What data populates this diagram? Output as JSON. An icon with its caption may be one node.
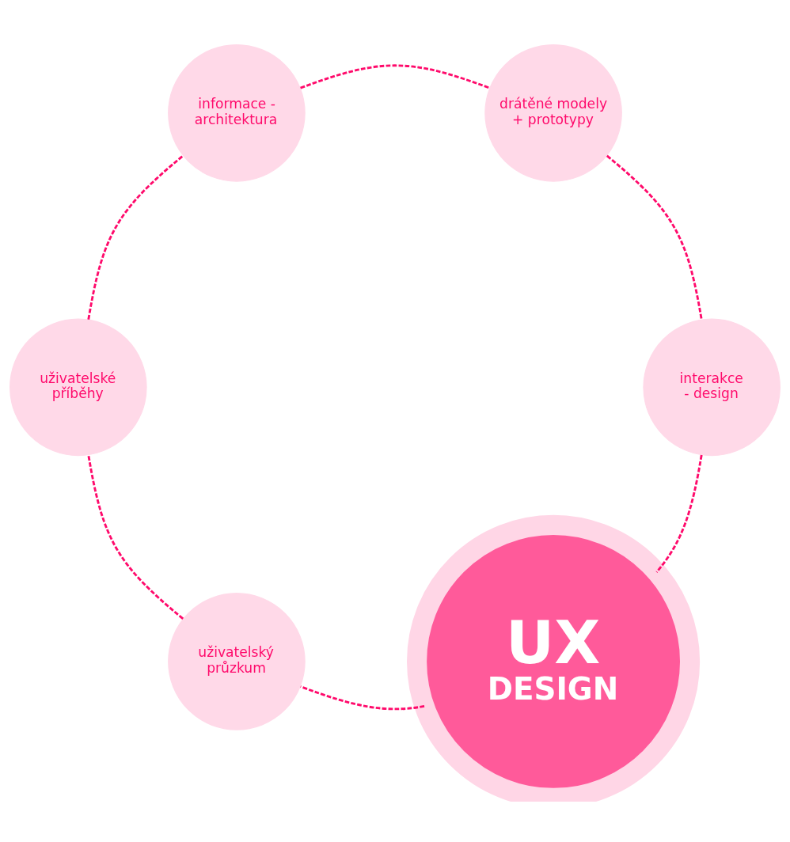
{
  "diagram": {
    "nodes": [
      {
        "text": [
          "UX",
          "DESIGN"
        ]
      },
      {
        "text": [
          "uživatelský průzkum"
        ]
      },
      {
        "text": [
          "uživatelské příběhy"
        ]
      },
      {
        "text": [
          "informace - architektura"
        ]
      },
      {
        "text": [
          "drátěné modely + prototypy"
        ]
      },
      {
        "text": [
          "interakce - design"
        ]
      }
    ],
    "edges": [
      {
        "from": 0,
        "to": 1,
        "arrow": "none",
        "style": "dashed"
      },
      {
        "from": 1,
        "to": 2,
        "arrow": "none",
        "style": "dashed"
      },
      {
        "from": 2,
        "to": 3,
        "arrow": "none",
        "style": "dashed"
      },
      {
        "from": 3,
        "to": 4,
        "arrow": "none",
        "style": "dashed"
      },
      {
        "from": 4,
        "to": 5,
        "arrow": "none",
        "style": "dashed"
      },
      {
        "from": 5,
        "to": 0,
        "arrow": "none",
        "style": "dashed"
      }
    ]
  }
}
